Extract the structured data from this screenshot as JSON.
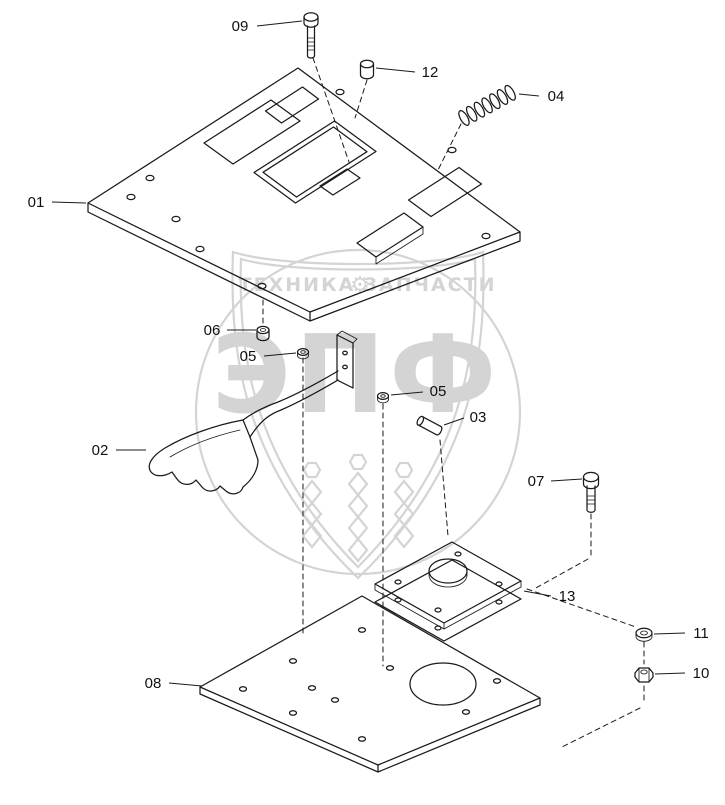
{
  "watermark": {
    "brand": "ЭПФ",
    "tagline_left": "ТЕХНИКА",
    "tagline_right": "ЗАПЧАСТИ",
    "gear_icon": "⚙"
  },
  "callouts": {
    "c01": "01",
    "c02": "02",
    "c03": "03",
    "c04": "04",
    "c05a": "05",
    "c05b": "05",
    "c06": "06",
    "c07": "07",
    "c08": "08",
    "c09": "09",
    "c10": "10",
    "c11": "11",
    "c12": "12",
    "c13": "13"
  },
  "colors": {
    "line": "#1a1a1a",
    "watermark": "#c6c6c6",
    "background": "#ffffff",
    "callout_text": "#111111"
  }
}
